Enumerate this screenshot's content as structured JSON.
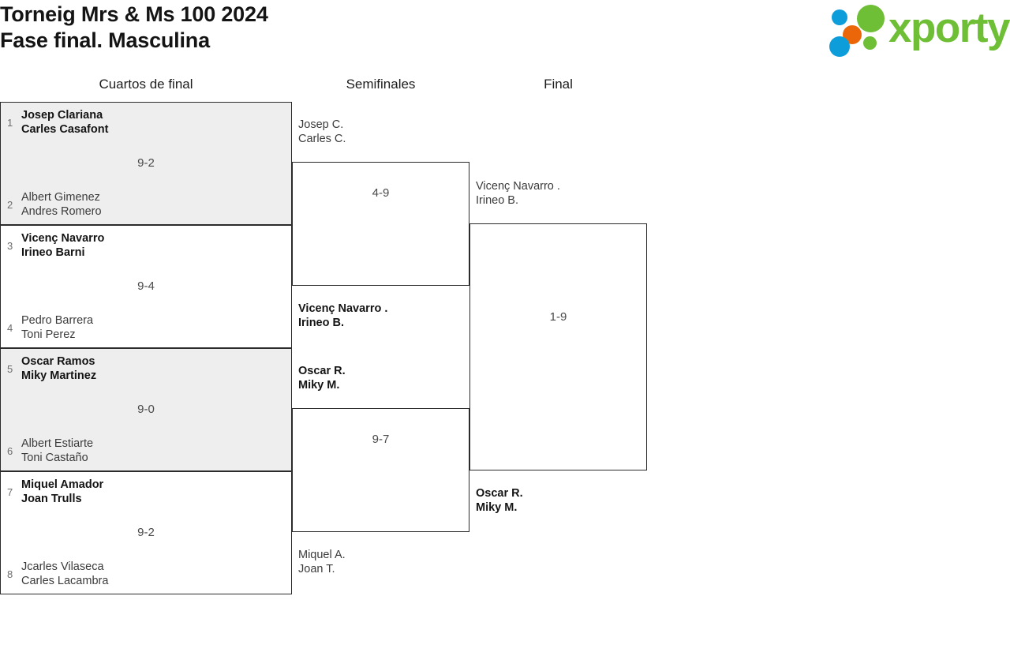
{
  "header": {
    "title_line1": "Torneig Mrs & Ms 100 2024",
    "title_line2": "Fase final. Masculina",
    "logo_text": "xporty",
    "logo_colors": {
      "green": "#6ebe36",
      "blue": "#0d9ddb",
      "orange": "#eb6608"
    }
  },
  "bracket": {
    "rounds": [
      {
        "label": "Cuartos de final"
      },
      {
        "label": "Semifinales"
      },
      {
        "label": "Final"
      }
    ],
    "matches": {
      "r0": [
        {
          "score": "9-2",
          "top": {
            "seed": "1",
            "name1": "Josep Clariana",
            "name2": "Carles Casafont",
            "winner": true
          },
          "bottom": {
            "seed": "2",
            "name1": "Albert Gimenez",
            "name2": "Andres Romero",
            "winner": false
          }
        },
        {
          "score": "9-4",
          "top": {
            "seed": "3",
            "name1": "Vicenç Navarro",
            "name2": "Irineo Barni",
            "winner": true
          },
          "bottom": {
            "seed": "4",
            "name1": "Pedro Barrera",
            "name2": "Toni Perez",
            "winner": false
          }
        },
        {
          "score": "9-0",
          "top": {
            "seed": "5",
            "name1": "Oscar Ramos",
            "name2": "Miky Martinez",
            "winner": true
          },
          "bottom": {
            "seed": "6",
            "name1": "Albert Estiarte",
            "name2": "Toni Castaño",
            "winner": false
          }
        },
        {
          "score": "9-2",
          "top": {
            "seed": "7",
            "name1": "Miquel Amador",
            "name2": "Joan Trulls",
            "winner": true
          },
          "bottom": {
            "seed": "8",
            "name1": "Jcarles Vilaseca",
            "name2": "Carles Lacambra",
            "winner": false
          }
        }
      ],
      "r1": [
        {
          "score": "4-9",
          "top": {
            "seed": "",
            "name1": "Josep C.",
            "name2": "Carles C.",
            "winner": false
          },
          "bottom": {
            "seed": "",
            "name1": "Vicenç Navarro .",
            "name2": "Irineo B.",
            "winner": true
          }
        },
        {
          "score": "9-7",
          "top": {
            "seed": "",
            "name1": "Oscar R.",
            "name2": "Miky M.",
            "winner": true
          },
          "bottom": {
            "seed": "",
            "name1": "Miquel A.",
            "name2": "Joan T.",
            "winner": false
          }
        }
      ],
      "r2": [
        {
          "score": "1-9",
          "top": {
            "seed": "",
            "name1": "Vicenç Navarro .",
            "name2": "Irineo B.",
            "winner": false
          },
          "bottom": {
            "seed": "",
            "name1": "Oscar R.",
            "name2": "Miky M.",
            "winner": true
          }
        }
      ]
    }
  }
}
